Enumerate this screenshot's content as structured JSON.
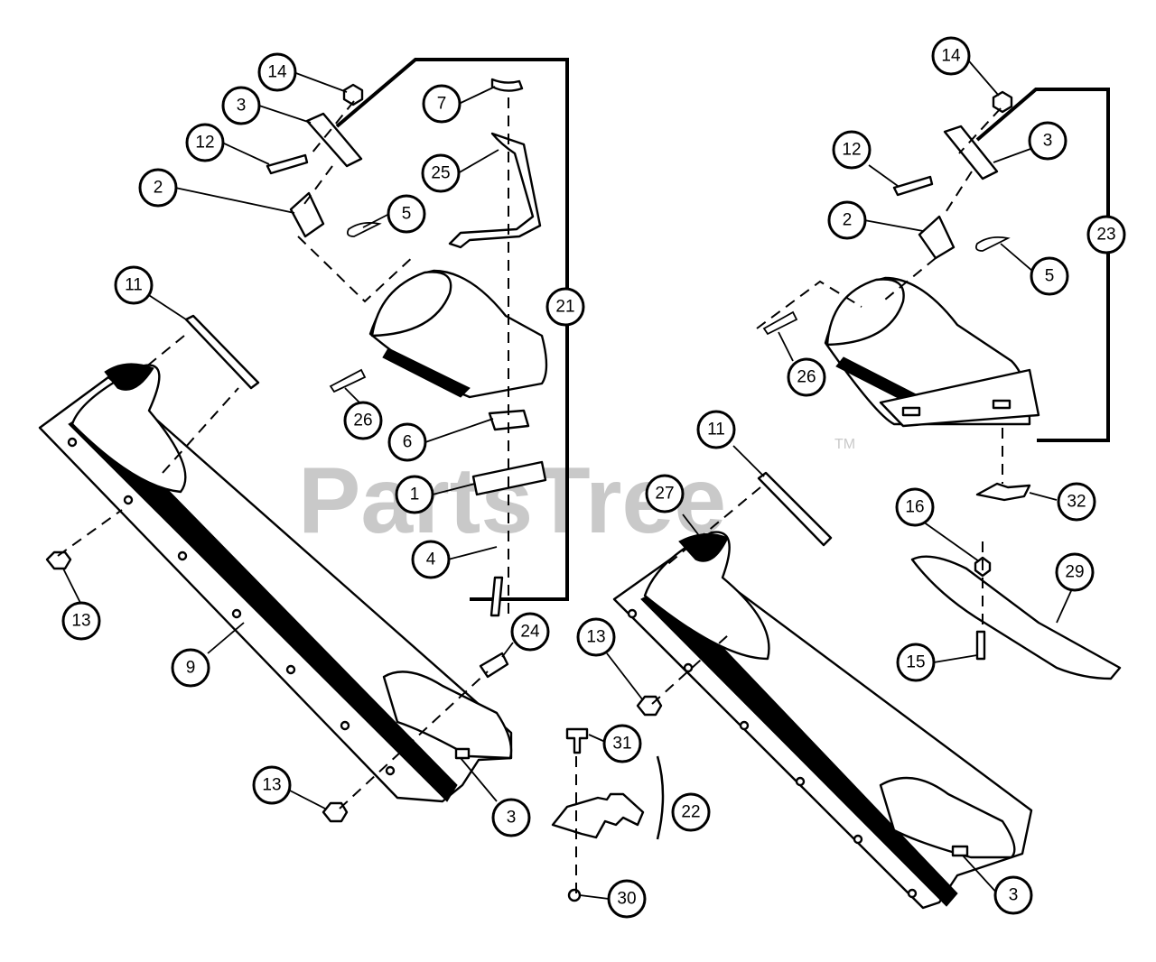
{
  "watermark": {
    "text": "PartsTree",
    "trademark": "TM"
  },
  "callouts": [
    "14",
    "3",
    "12",
    "2",
    "5",
    "7",
    "25",
    "21",
    "11",
    "26",
    "6",
    "1",
    "4",
    "13",
    "9",
    "24",
    "13",
    "3",
    "14",
    "12",
    "3",
    "2",
    "23",
    "5",
    "26",
    "11",
    "27",
    "32",
    "16",
    "29",
    "15",
    "13",
    "31",
    "22",
    "30",
    "3"
  ]
}
